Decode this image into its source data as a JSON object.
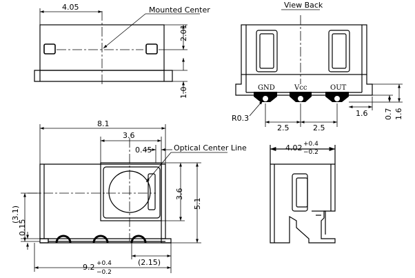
{
  "top_view": {
    "dim_width": "4.05",
    "callout_mounted_center": "Mounted Center",
    "dim_height_center": "2.01",
    "dim_leg_height": "1.0"
  },
  "back_view": {
    "title": "View Back",
    "pin_labels": [
      "GND",
      "Vcc",
      "OUT"
    ],
    "dim_radius": "R0.3",
    "dim_pitch_left": "2.5",
    "dim_pitch_right": "2.5",
    "dim_pad_edge": "1.6",
    "dim_pad_height": "0.7",
    "dim_total_height": "1.6"
  },
  "front_view": {
    "dim_overall_top": "8.1",
    "dim_window": "3.6",
    "dim_offset": "0.45",
    "callout_optical_center": "Optical Center Line",
    "dim_window_height": "3.6",
    "dim_body_height": "5.1",
    "dim_center_height": "(3.1)",
    "dim_base": "0.15",
    "dim_ref": "(2.15)",
    "dim_total": {
      "nominal": "9.2",
      "plus": "+0.4",
      "minus": "−0.2"
    }
  },
  "side_view": {
    "dim_width": {
      "nominal": "4.02",
      "plus": "+0.4",
      "minus": "−0.2"
    }
  }
}
